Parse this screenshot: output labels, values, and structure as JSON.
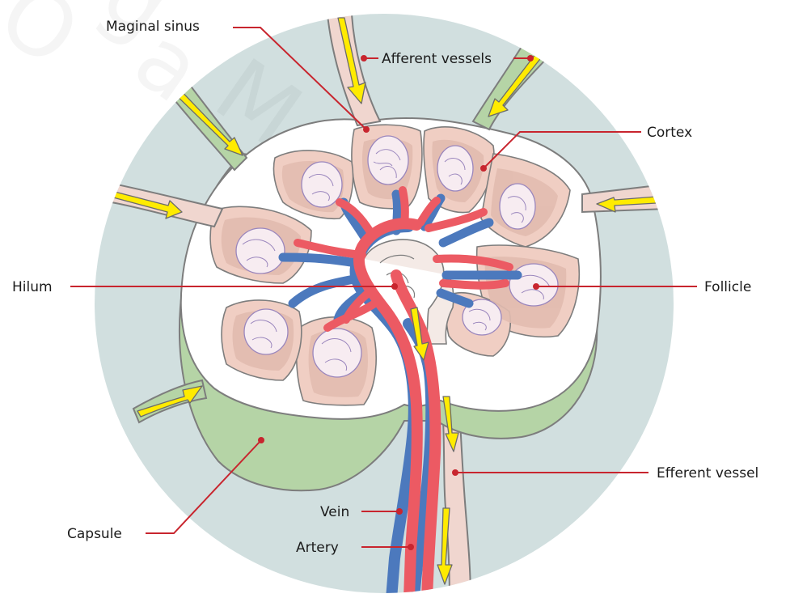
{
  "labels": {
    "marginal_sinus": "Maginal sinus",
    "afferent_vessels": "Afferent vessels",
    "cortex": "Cortex",
    "hilum": "Hilum",
    "follicle": "Follicle",
    "efferent_vessel": "Efferent vessel",
    "capsule": "Capsule",
    "vein": "Vein",
    "artery": "Artery"
  },
  "colors": {
    "background_disc": "#d1dfdf",
    "capsule": "#b5d4a6",
    "sinus": "#ffffff",
    "cortex": "#f0cec3",
    "follicle": "#f7ecf1",
    "artery": "#ec5a63",
    "vein": "#4c79bd",
    "flow_arrow": "#ffeb00",
    "leader_line": "#c8252e"
  }
}
